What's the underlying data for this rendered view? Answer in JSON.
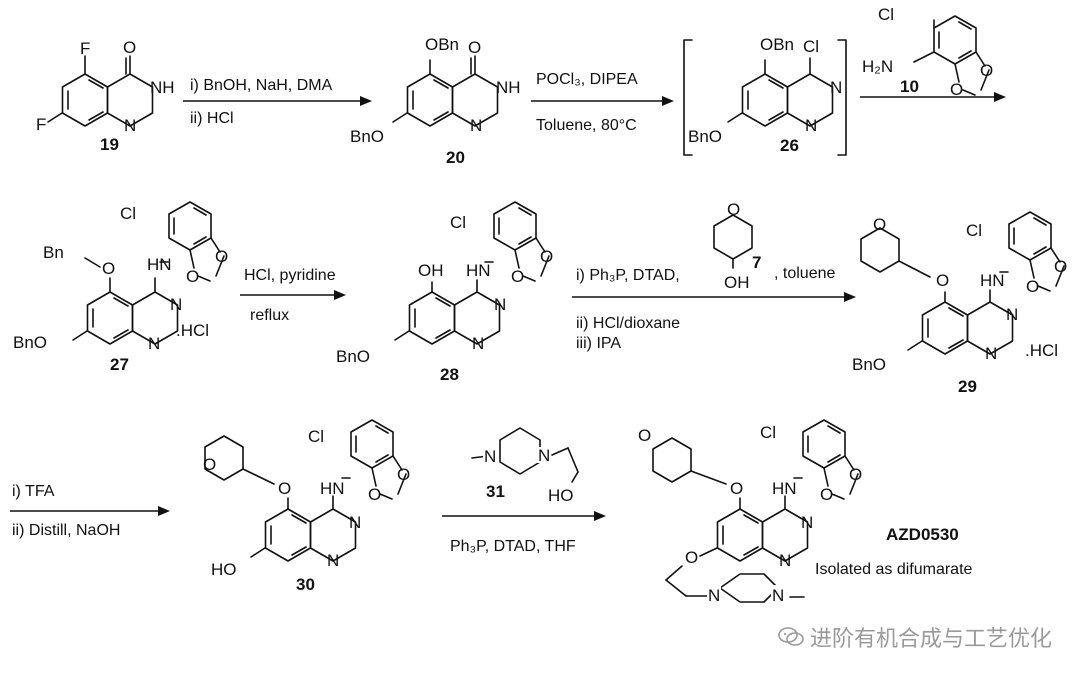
{
  "compounds": {
    "c19": {
      "number": "19",
      "atoms": {
        "F1": "F",
        "F2": "F",
        "O": "O",
        "NH": "NH",
        "N": "N"
      }
    },
    "c20": {
      "number": "20",
      "atoms": {
        "OBn": "OBn",
        "O": "O",
        "NH": "NH",
        "N": "N",
        "BnO": "BnO"
      }
    },
    "c26": {
      "number": "26",
      "atoms": {
        "OBn": "OBn",
        "Cl": "Cl",
        "N1": "N",
        "N2": "N",
        "BnO": "BnO"
      }
    },
    "c10": {
      "number": "10",
      "atoms": {
        "Cl": "Cl",
        "H2N": "H₂N",
        "O1": "O",
        "O2": "O"
      }
    },
    "c27": {
      "number": "27",
      "atoms": {
        "Bn": "Bn",
        "O": "O",
        "HN": "HN",
        "Cl": "Cl",
        "N1": "N",
        "N2": "N",
        "BnO": "BnO",
        "O1": "O",
        "O2": "O"
      },
      "salt": ".HCl"
    },
    "c28": {
      "number": "28",
      "atoms": {
        "OH": "OH",
        "HN": "HN",
        "Cl": "Cl",
        "N1": "N",
        "N2": "N",
        "BnO": "BnO",
        "O1": "O",
        "O2": "O"
      }
    },
    "c7": {
      "number": "7",
      "atoms": {
        "O": "O",
        "OH": "OH"
      }
    },
    "c29": {
      "number": "29",
      "atoms": {
        "Opyran": "O",
        "O": "O",
        "HN": "HN",
        "Cl": "Cl",
        "N1": "N",
        "N2": "N",
        "BnO": "BnO",
        "O1": "O",
        "O2": "O"
      },
      "salt": ".HCl"
    },
    "c30": {
      "number": "30",
      "atoms": {
        "Opyran": "O",
        "O": "O",
        "HN": "HN",
        "Cl": "Cl",
        "N1": "N",
        "N2": "N",
        "HO": "HO",
        "O1": "O",
        "O2": "O"
      }
    },
    "c31": {
      "number": "31",
      "atoms": {
        "N1": "N",
        "N2": "N",
        "HO": "HO"
      }
    },
    "azd": {
      "name": "AZD0530",
      "note": "Isolated as difumarate",
      "atoms": {
        "Opyran": "O",
        "O": "O",
        "HN": "HN",
        "Cl": "Cl",
        "N1": "N",
        "N2": "N",
        "O7": "O",
        "Np1": "N",
        "Np2": "N",
        "O1": "O",
        "O2": "O"
      }
    }
  },
  "steps": {
    "s1": {
      "line1": "i) BnOH, NaH, DMA",
      "line2": "ii)  HCl"
    },
    "s2": {
      "line1": "POCl₃, DIPEA",
      "line2": "Toluene, 80°C"
    },
    "s4": {
      "line1": "HCl, pyridine",
      "line2": "reflux"
    },
    "s5": {
      "line1": "i) Ph₃P, DTAD,",
      "line1b": ", toluene",
      "line2": "ii)  HCl/dioxane",
      "line3": "iii)  IPA"
    },
    "s6": {
      "line1": "i) TFA",
      "line2": "ii)  Distill, NaOH"
    },
    "s7": {
      "line1": "Ph₃P, DTAD, THF"
    }
  },
  "watermark": {
    "text": "进阶有机合成与工艺优化",
    "icon": "wechat-icon"
  }
}
